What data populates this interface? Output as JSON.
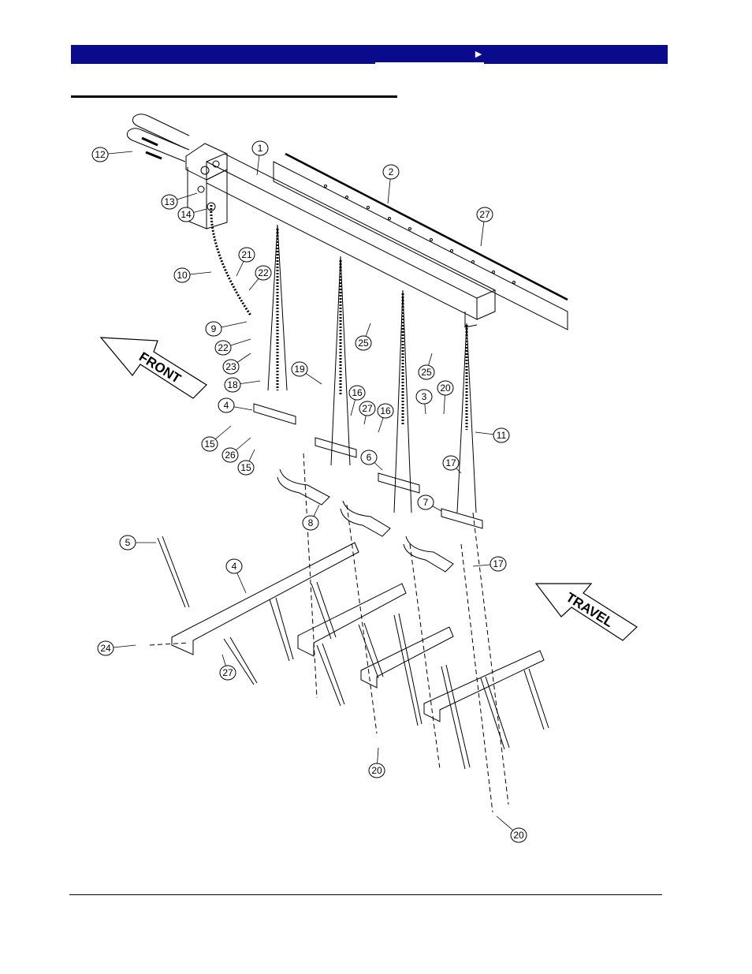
{
  "header": {
    "link_arrow": "►",
    "bar_color": "#0a0a8c"
  },
  "diagram": {
    "direction_labels": {
      "front": "FRONT",
      "travel": "TRAVEL"
    },
    "callouts": [
      {
        "id": "c1",
        "label": "1"
      },
      {
        "id": "c2",
        "label": "2"
      },
      {
        "id": "c3",
        "label": "3"
      },
      {
        "id": "c4a",
        "label": "4"
      },
      {
        "id": "c4b",
        "label": "4"
      },
      {
        "id": "c5",
        "label": "5"
      },
      {
        "id": "c6",
        "label": "6"
      },
      {
        "id": "c7",
        "label": "7"
      },
      {
        "id": "c8",
        "label": "8"
      },
      {
        "id": "c9",
        "label": "9"
      },
      {
        "id": "c10",
        "label": "10"
      },
      {
        "id": "c11",
        "label": "11"
      },
      {
        "id": "c12",
        "label": "12"
      },
      {
        "id": "c13",
        "label": "13"
      },
      {
        "id": "c14",
        "label": "14"
      },
      {
        "id": "c15a",
        "label": "15"
      },
      {
        "id": "c15b",
        "label": "15"
      },
      {
        "id": "c16a",
        "label": "16"
      },
      {
        "id": "c16b",
        "label": "16"
      },
      {
        "id": "c17a",
        "label": "17"
      },
      {
        "id": "c17b",
        "label": "17"
      },
      {
        "id": "c18",
        "label": "18"
      },
      {
        "id": "c19",
        "label": "19"
      },
      {
        "id": "c20a",
        "label": "20"
      },
      {
        "id": "c20b",
        "label": "20"
      },
      {
        "id": "c20c",
        "label": "20"
      },
      {
        "id": "c21",
        "label": "21"
      },
      {
        "id": "c22a",
        "label": "22"
      },
      {
        "id": "c22b",
        "label": "22"
      },
      {
        "id": "c23",
        "label": "23"
      },
      {
        "id": "c24",
        "label": "24"
      },
      {
        "id": "c25a",
        "label": "25"
      },
      {
        "id": "c25b",
        "label": "25"
      },
      {
        "id": "c26",
        "label": "26"
      },
      {
        "id": "c27a",
        "label": "27"
      },
      {
        "id": "c27b",
        "label": "27"
      },
      {
        "id": "c27c",
        "label": "27"
      }
    ]
  }
}
